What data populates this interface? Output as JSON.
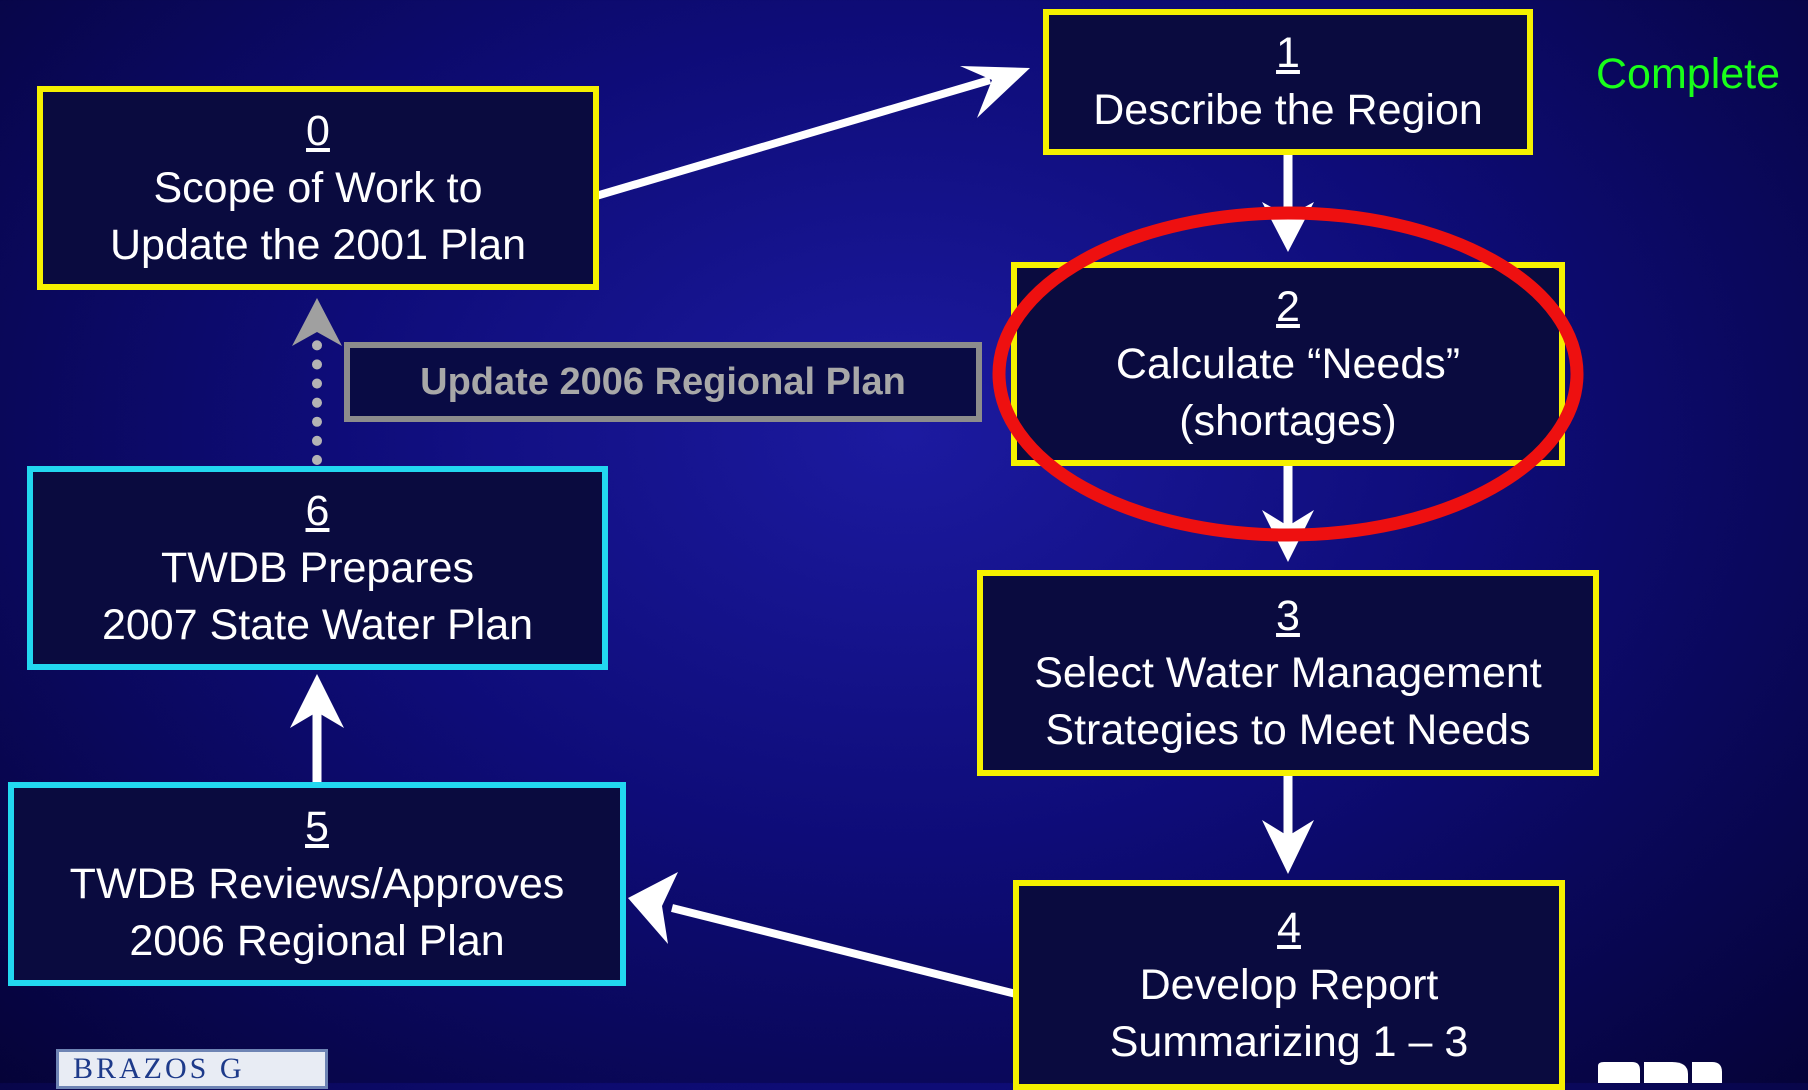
{
  "steps": [
    {
      "num": "0",
      "lines": [
        "Scope of Work to",
        "Update the 2001 Plan"
      ]
    },
    {
      "num": "1",
      "lines": [
        "Describe the Region"
      ]
    },
    {
      "num": "2",
      "lines": [
        "Calculate “Needs”",
        "(shortages)"
      ]
    },
    {
      "num": "3",
      "lines": [
        "Select Water Management",
        "Strategies to Meet Needs"
      ]
    },
    {
      "num": "4",
      "lines": [
        "Develop Report",
        "Summarizing 1 – 3"
      ]
    },
    {
      "num": "5",
      "lines": [
        "TWDB Reviews/Approves",
        "2006 Regional Plan"
      ]
    },
    {
      "num": "6",
      "lines": [
        "TWDB Prepares",
        "2007 State Water Plan"
      ]
    }
  ],
  "update_label": "Update 2006 Regional Plan",
  "status_label": "Complete",
  "brazos_logo_text": "BRAZOS G",
  "colors": {
    "current_phase_border": "#f5f000",
    "twdb_phase_border": "#22d8f0",
    "highlight_ellipse": "#ee1010",
    "status_text": "#19ff19"
  }
}
